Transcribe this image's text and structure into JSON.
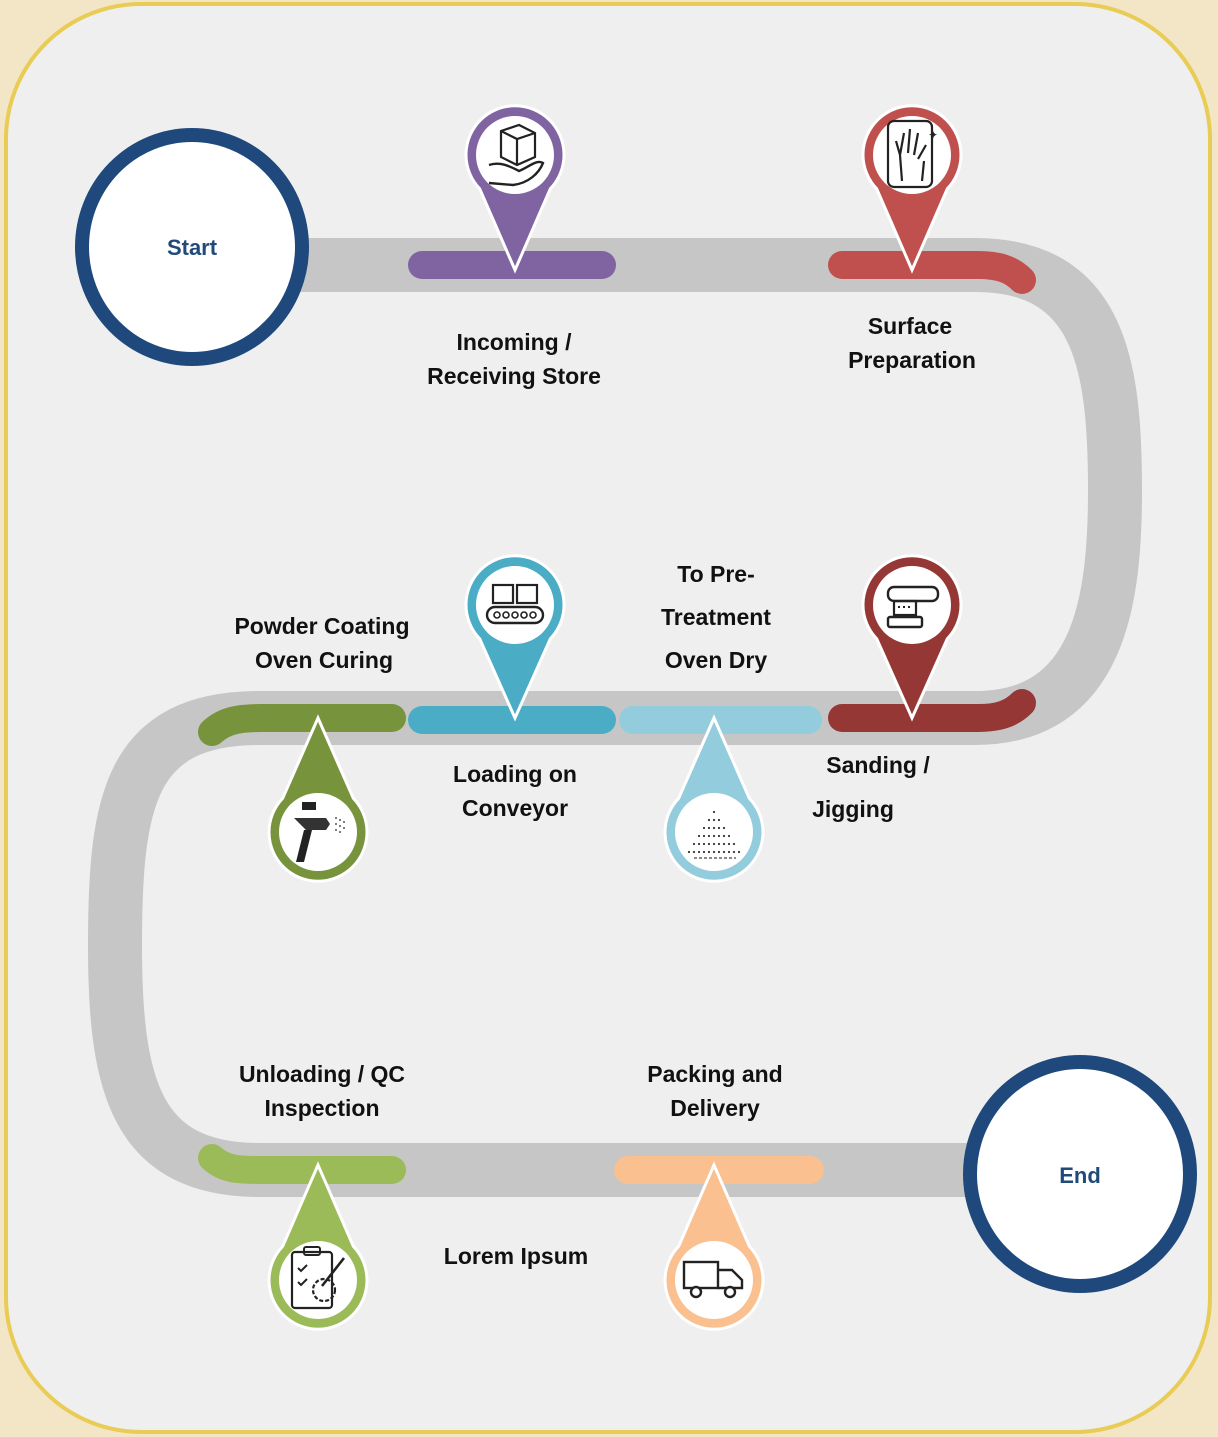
{
  "colors": {
    "background": "#f3e6c6",
    "panel": "#efefef",
    "panel_border": "#e8cc55",
    "road": "#c6c6c6",
    "terminal_ring": "#1f497d",
    "terminal_text": "#1f4a7a",
    "label_text": "#111111"
  },
  "start": {
    "label": "Start"
  },
  "end": {
    "label": "End"
  },
  "steps": [
    {
      "id": "incoming",
      "lines": [
        "Incoming /",
        "Receiving Store"
      ],
      "color": "#8064a2",
      "icon": "box-in-hand-icon"
    },
    {
      "id": "surface",
      "lines": [
        "Surface",
        "Preparation"
      ],
      "color": "#c0504d",
      "icon": "cleaning-hand-icon"
    },
    {
      "id": "sanding",
      "lines": [
        "Sanding /",
        "Jigging"
      ],
      "color": "#953735",
      "icon": "sander-tool-icon"
    },
    {
      "id": "pretreat",
      "lines": [
        "To Pre-",
        "Treatment",
        "Oven Dry"
      ],
      "color": "#93cddd",
      "icon": "spray-mist-icon"
    },
    {
      "id": "conveyor",
      "lines": [
        "Loading on",
        "Conveyor"
      ],
      "color": "#4bacc6",
      "icon": "conveyor-boxes-icon"
    },
    {
      "id": "powder",
      "lines": [
        "Powder Coating",
        "Oven Curing"
      ],
      "color": "#77933c",
      "icon": "spray-gun-icon"
    },
    {
      "id": "unloading",
      "lines": [
        "Unloading / QC",
        "Inspection"
      ],
      "color": "#9bbb59",
      "icon": "qc-clipboard-icon"
    },
    {
      "id": "packing",
      "lines": [
        "Packing and",
        "Delivery"
      ],
      "color": "#fac090",
      "icon": "delivery-truck-icon"
    }
  ],
  "extra_text": "Lorem Ipsum"
}
